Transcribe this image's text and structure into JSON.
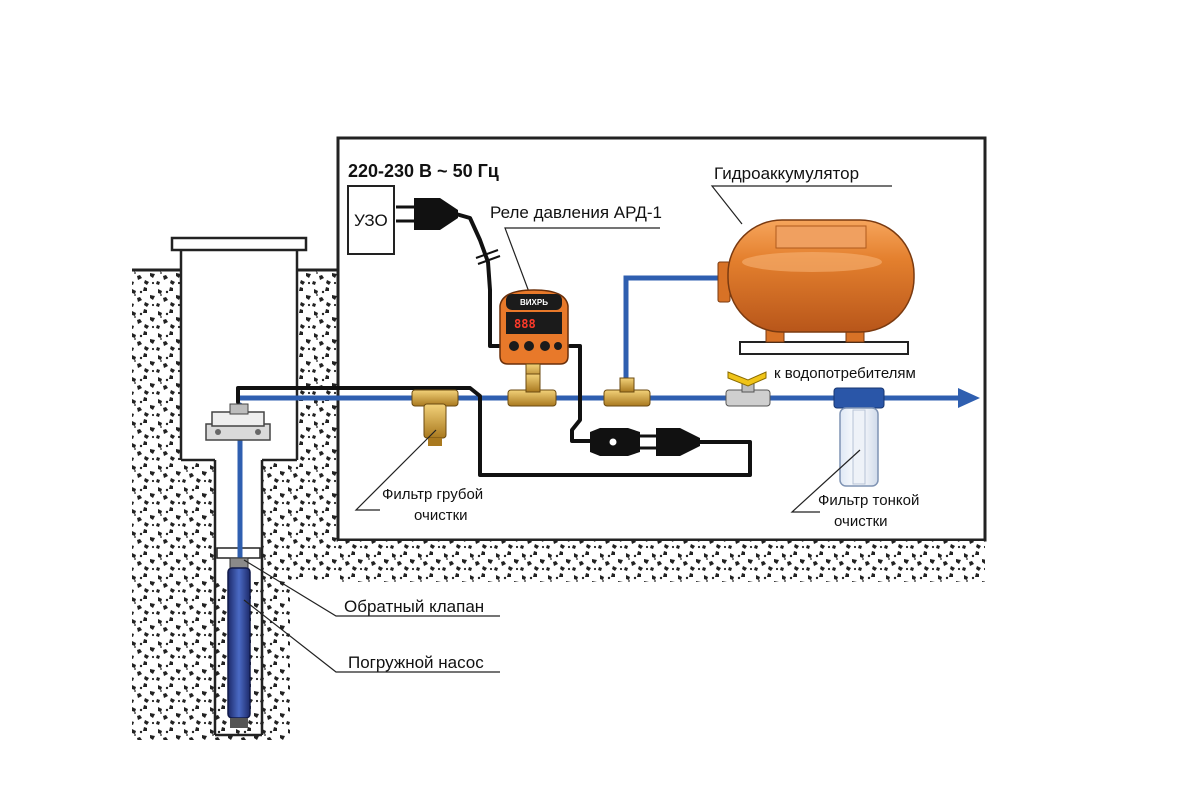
{
  "labels": {
    "power": "220-230 В ~ 50 Гц",
    "rcd": "УЗО",
    "relay": "Реле давления АРД-1",
    "accumulator": "Гидроаккумулятор",
    "consumers": "к водопотребителям",
    "coarse_filter_line1": "Фильтр грубой",
    "coarse_filter_line2": "очистки",
    "fine_filter_line1": "Фильтр тонкой",
    "fine_filter_line2": "очистки",
    "check_valve": "Обратный клапан",
    "pump": "Погружной насос"
  },
  "relay_device": {
    "brand": "ВИХРЬ",
    "display": "888"
  },
  "colors": {
    "pipe": "#2f5fb0",
    "cable": "#111111",
    "tank": "#e07a2a",
    "relay": "#e8792a",
    "brass": "#d4a53a",
    "soil": "#222222"
  },
  "icons": [
    "plug-icon",
    "socket-icon",
    "valve-icon",
    "arrow-icon"
  ]
}
